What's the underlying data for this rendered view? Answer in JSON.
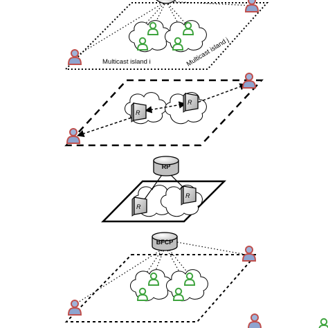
{
  "diagram": {
    "layers": [
      {
        "id": "multicast-layer",
        "labels": {
          "island_i": "Multicast  island i",
          "island_j": "Multicast island j"
        }
      },
      {
        "id": "router-layer",
        "routers": {
          "a": "R",
          "b": "R"
        }
      },
      {
        "id": "rp-layer",
        "node": "RP",
        "routers": {
          "a": "R",
          "b": "R"
        }
      },
      {
        "id": "bfcp-layer",
        "node": "BFCP"
      }
    ]
  },
  "colors": {
    "remote_user": "#c0504d",
    "remote_user_body": "#8ea4cf",
    "local_user": "#3da33d",
    "outline": "#000000",
    "node_fill": "#d9d9d9"
  }
}
